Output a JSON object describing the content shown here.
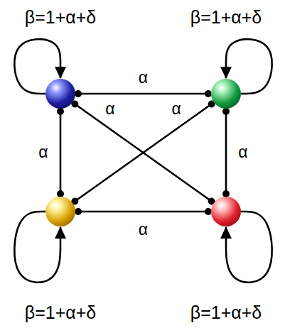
{
  "diagram": {
    "nodes": [
      {
        "text": [
          "β=1+α+δ"
        ]
      },
      {
        "text": [
          "β=1+α+δ"
        ]
      },
      {
        "text": [
          "β=1+α+δ"
        ]
      },
      {
        "text": [
          "β=1+α+δ"
        ]
      }
    ],
    "edges": [
      {
        "from": 0,
        "to": 1,
        "label": "α",
        "arrow": "both"
      },
      {
        "from": 0,
        "to": 2,
        "label": "α",
        "arrow": "both"
      },
      {
        "from": 1,
        "to": 3,
        "label": "α",
        "arrow": "both"
      },
      {
        "from": 2,
        "to": 3,
        "label": "α",
        "arrow": "both"
      },
      {
        "from": 0,
        "to": 3,
        "label": "α",
        "arrow": "both"
      },
      {
        "from": 1,
        "to": 2,
        "label": "α",
        "arrow": "both"
      },
      {
        "from": 0,
        "to": 0,
        "arrow": "to"
      },
      {
        "from": 1,
        "to": 1,
        "arrow": "to"
      },
      {
        "from": 2,
        "to": 2,
        "arrow": "to"
      },
      {
        "from": 3,
        "to": 3,
        "arrow": "to"
      }
    ]
  }
}
